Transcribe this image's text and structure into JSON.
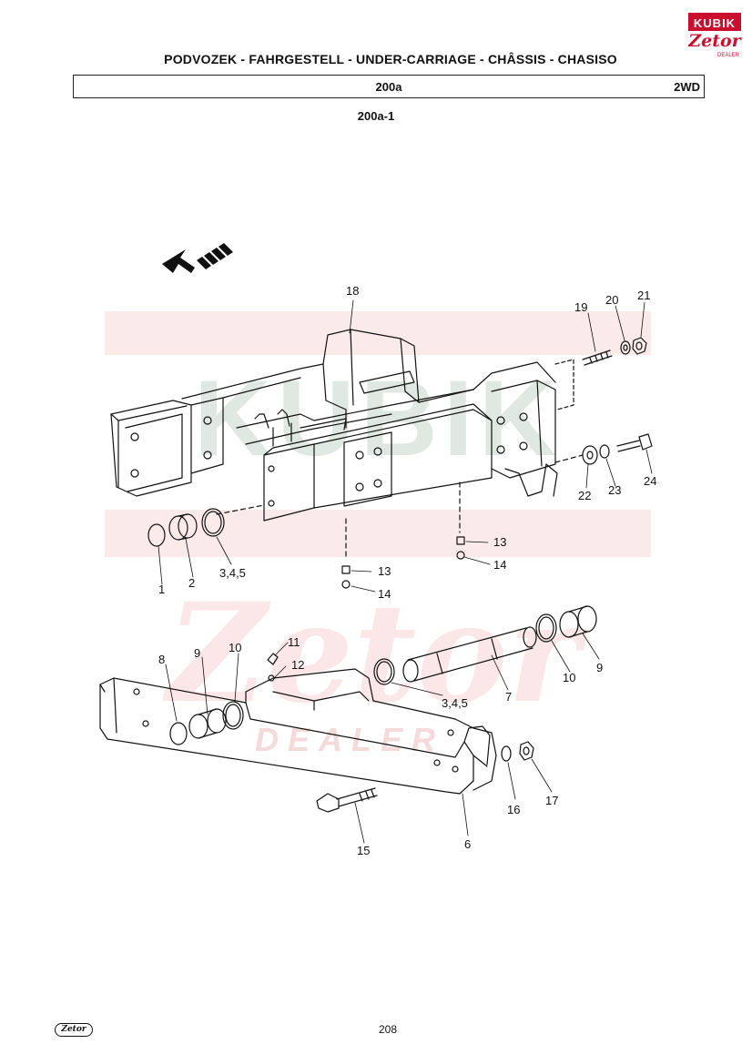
{
  "header": {
    "title": "PODVOZEK - FAHRGESTELL - UNDER-CARRIAGE - CHÂSSIS - CHASISO",
    "group": "200a",
    "variant": "2WD",
    "subgroup": "200a-1"
  },
  "logo": {
    "kubik": "KUBIK",
    "zetor": "Zetor",
    "dealer": "DEALER"
  },
  "watermark": {
    "kubik": "KUBIK",
    "zetor": "Zetor",
    "dealer": "DEALER"
  },
  "callouts": [
    "18",
    "19",
    "20",
    "21",
    "22",
    "23",
    "24",
    "1",
    "2",
    "3,4,5",
    "13",
    "14",
    "13",
    "14",
    "11",
    "12",
    "8",
    "9",
    "10",
    "3,4,5",
    "7",
    "10",
    "9",
    "16",
    "17",
    "15",
    "6"
  ],
  "footer": {
    "logo": "Zetor",
    "page": "208"
  },
  "colors": {
    "line": "#111111",
    "brand": "#c8102e",
    "watermark_red": "#fbe7e7",
    "watermark_green": "#dfe8e2"
  }
}
